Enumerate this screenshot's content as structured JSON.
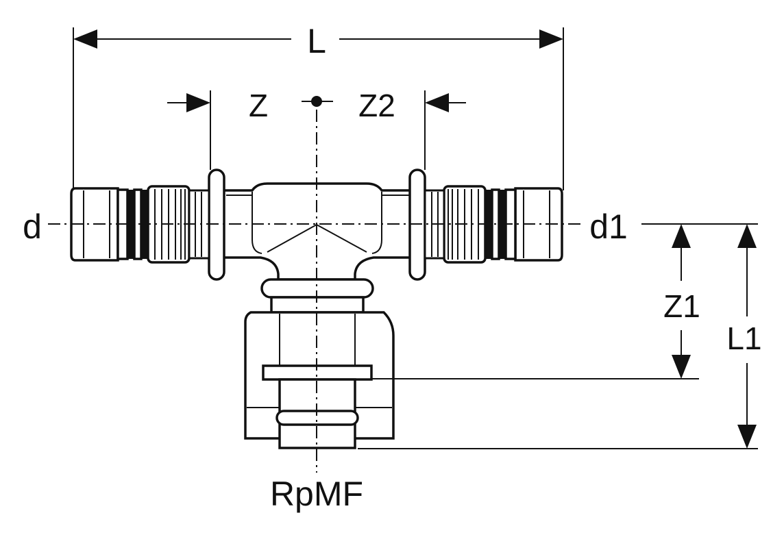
{
  "labels": {
    "L": "L",
    "Z": "Z",
    "Z2": "Z2",
    "d": "d",
    "d1": "d1",
    "Z1": "Z1",
    "L1": "L1",
    "RpMF": "RpMF"
  },
  "colors": {
    "ink": "#111111",
    "background": "#ffffff"
  }
}
